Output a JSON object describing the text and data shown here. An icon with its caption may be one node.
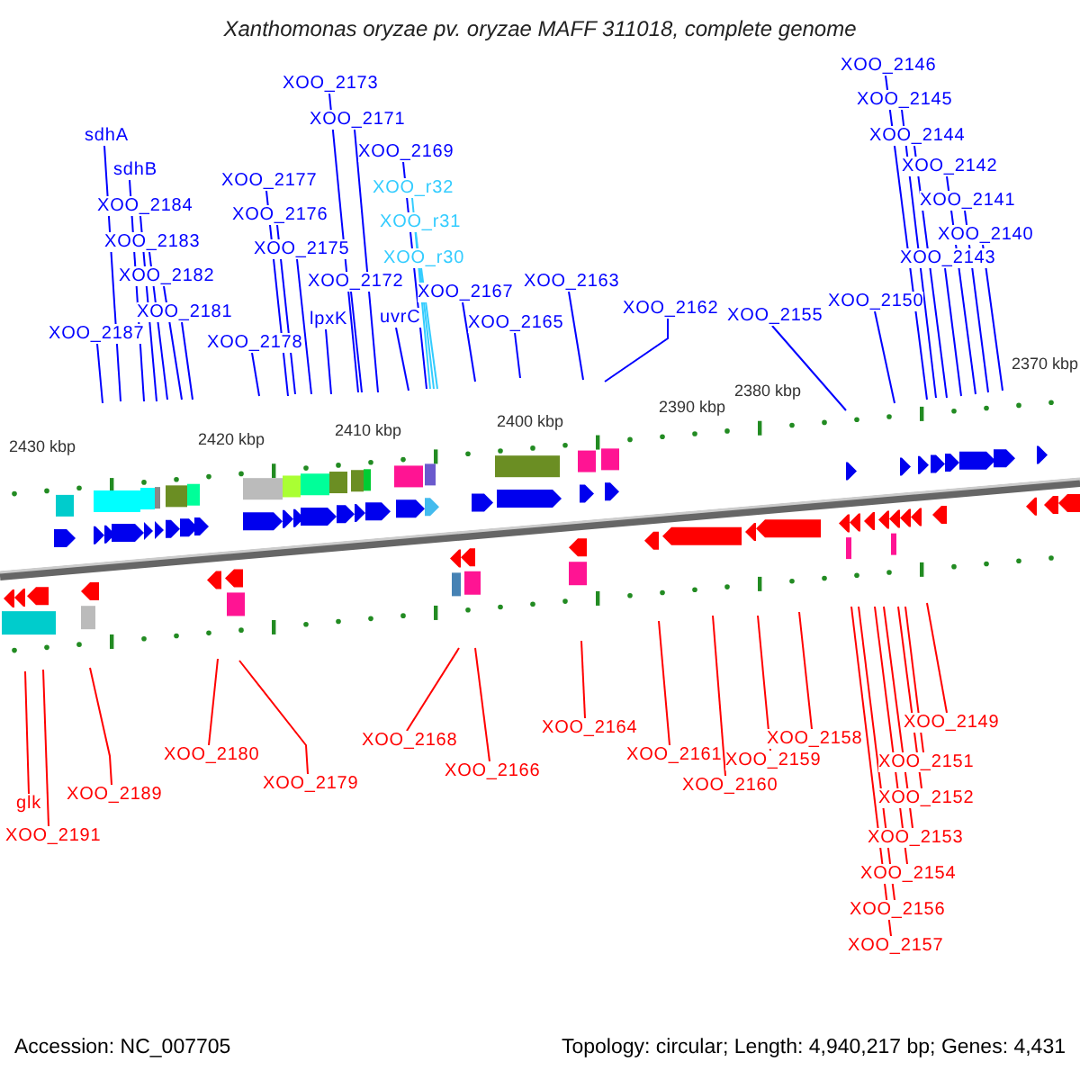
{
  "diagram": {
    "title": "Xanthomonas oryzae pv. oryzae MAFF 311018, complete genome",
    "nodes": [
      {
        "text": [
          "sdhA"
        ]
      },
      {
        "text": [
          "sdhB"
        ]
      },
      {
        "text": [
          "XOO_2184"
        ]
      },
      {
        "text": [
          "XOO_2183"
        ]
      },
      {
        "text": [
          "XOO_2182"
        ]
      },
      {
        "text": [
          "XOO_2181"
        ]
      },
      {
        "text": [
          "XOO_2187"
        ]
      },
      {
        "text": [
          "XOO_2177"
        ]
      },
      {
        "text": [
          "XOO_2176"
        ]
      },
      {
        "text": [
          "XOO_2175"
        ]
      },
      {
        "text": [
          "XOO_2178"
        ]
      },
      {
        "text": [
          "XOO_2173"
        ]
      },
      {
        "text": [
          "XOO_2171"
        ]
      },
      {
        "text": [
          "XOO_2169"
        ]
      },
      {
        "text": [
          "XOO_r32"
        ]
      },
      {
        "text": [
          "XOO_r31"
        ]
      },
      {
        "text": [
          "XOO_r30"
        ]
      },
      {
        "text": [
          "XOO_2172"
        ]
      },
      {
        "text": [
          "lpxK"
        ]
      },
      {
        "text": [
          "uvrC"
        ]
      },
      {
        "text": [
          "XOO_2167"
        ]
      },
      {
        "text": [
          "XOO_2165"
        ]
      },
      {
        "text": [
          "XOO_2163"
        ]
      },
      {
        "text": [
          "XOO_2162"
        ]
      },
      {
        "text": [
          "XOO_2155"
        ]
      },
      {
        "text": [
          "XOO_2150"
        ]
      },
      {
        "text": [
          "XOO_2146"
        ]
      },
      {
        "text": [
          "XOO_2145"
        ]
      },
      {
        "text": [
          "XOO_2144"
        ]
      },
      {
        "text": [
          "XOO_2142"
        ]
      },
      {
        "text": [
          "XOO_2141"
        ]
      },
      {
        "text": [
          "XOO_2140"
        ]
      },
      {
        "text": [
          "XOO_2143"
        ]
      },
      {
        "text": [
          "glk"
        ]
      },
      {
        "text": [
          "XOO_2191"
        ]
      },
      {
        "text": [
          "XOO_2189"
        ]
      },
      {
        "text": [
          "XOO_2180"
        ]
      },
      {
        "text": [
          "XOO_2179"
        ]
      },
      {
        "text": [
          "XOO_2168"
        ]
      },
      {
        "text": [
          "XOO_2166"
        ]
      },
      {
        "text": [
          "XOO_2164"
        ]
      },
      {
        "text": [
          "XOO_2161"
        ]
      },
      {
        "text": [
          "XOO_2160"
        ]
      },
      {
        "text": [
          "XOO_2159"
        ]
      },
      {
        "text": [
          "XOO_2158"
        ]
      },
      {
        "text": [
          "XOO_2149"
        ]
      },
      {
        "text": [
          "XOO_2151"
        ]
      },
      {
        "text": [
          "XOO_2152"
        ]
      },
      {
        "text": [
          "XOO_2153"
        ]
      },
      {
        "text": [
          "XOO_2154"
        ]
      },
      {
        "text": [
          "XOO_2156"
        ]
      },
      {
        "text": [
          "XOO_2157"
        ]
      }
    ],
    "edges": [
      {
        "from": 0,
        "to": null,
        "arrow": "none"
      },
      {
        "from": 1,
        "to": null,
        "arrow": "none"
      },
      {
        "from": 2,
        "to": null,
        "arrow": "none"
      },
      {
        "from": 3,
        "to": null,
        "arrow": "none"
      },
      {
        "from": 4,
        "to": null,
        "arrow": "none"
      },
      {
        "from": 5,
        "to": null,
        "arrow": "none"
      },
      {
        "from": 6,
        "to": null,
        "arrow": "none"
      },
      {
        "from": 7,
        "to": null,
        "arrow": "none"
      },
      {
        "from": 8,
        "to": null,
        "arrow": "none"
      },
      {
        "from": 9,
        "to": null,
        "arrow": "none"
      },
      {
        "from": 10,
        "to": null,
        "arrow": "none"
      },
      {
        "from": 11,
        "to": null,
        "arrow": "none"
      },
      {
        "from": 12,
        "to": null,
        "arrow": "none"
      },
      {
        "from": 13,
        "to": null,
        "arrow": "none"
      },
      {
        "from": 14,
        "to": null,
        "arrow": "none",
        "color": "#33ccff"
      },
      {
        "from": 15,
        "to": null,
        "arrow": "none",
        "color": "#33ccff"
      },
      {
        "from": 16,
        "to": null,
        "arrow": "none",
        "color": "#33ccff"
      },
      {
        "from": 17,
        "to": null,
        "arrow": "none"
      },
      {
        "from": 18,
        "to": null,
        "arrow": "none"
      },
      {
        "from": 19,
        "to": null,
        "arrow": "none"
      },
      {
        "from": 20,
        "to": null,
        "arrow": "none"
      },
      {
        "from": 21,
        "to": null,
        "arrow": "none"
      },
      {
        "from": 22,
        "to": null,
        "arrow": "none"
      },
      {
        "from": 23,
        "to": null,
        "arrow": "none"
      },
      {
        "from": 24,
        "to": null,
        "arrow": "none"
      },
      {
        "from": 25,
        "to": null,
        "arrow": "none"
      },
      {
        "from": 26,
        "to": null,
        "arrow": "none"
      },
      {
        "from": 27,
        "to": null,
        "arrow": "none"
      },
      {
        "from": 28,
        "to": null,
        "arrow": "none"
      },
      {
        "from": 29,
        "to": null,
        "arrow": "none"
      },
      {
        "from": 30,
        "to": null,
        "arrow": "none"
      },
      {
        "from": 31,
        "to": null,
        "arrow": "none"
      },
      {
        "from": 32,
        "to": null,
        "arrow": "none"
      },
      {
        "from": 33,
        "to": null,
        "arrow": "none",
        "color": "#ff0000"
      },
      {
        "from": 34,
        "to": null,
        "arrow": "none",
        "color": "#ff0000"
      },
      {
        "from": 35,
        "to": null,
        "arrow": "none",
        "color": "#ff0000"
      },
      {
        "from": 36,
        "to": null,
        "arrow": "none",
        "color": "#ff0000"
      },
      {
        "from": 37,
        "to": null,
        "arrow": "none",
        "color": "#ff0000"
      },
      {
        "from": 38,
        "to": null,
        "arrow": "none",
        "color": "#ff0000"
      },
      {
        "from": 39,
        "to": null,
        "arrow": "none",
        "color": "#ff0000"
      },
      {
        "from": 40,
        "to": null,
        "arrow": "none",
        "color": "#ff0000"
      },
      {
        "from": 41,
        "to": null,
        "arrow": "none",
        "color": "#ff0000"
      },
      {
        "from": 42,
        "to": null,
        "arrow": "none",
        "color": "#ff0000"
      },
      {
        "from": 43,
        "to": null,
        "arrow": "none",
        "color": "#ff0000"
      },
      {
        "from": 44,
        "to": null,
        "arrow": "none",
        "color": "#ff0000"
      },
      {
        "from": 45,
        "to": null,
        "arrow": "none",
        "color": "#ff0000"
      },
      {
        "from": 46,
        "to": null,
        "arrow": "none",
        "color": "#ff0000"
      },
      {
        "from": 47,
        "to": null,
        "arrow": "none",
        "color": "#ff0000"
      },
      {
        "from": 48,
        "to": null,
        "arrow": "none",
        "color": "#ff0000"
      },
      {
        "from": 49,
        "to": null,
        "arrow": "none",
        "color": "#ff0000"
      },
      {
        "from": 50,
        "to": null,
        "arrow": "none",
        "color": "#ff0000"
      },
      {
        "from": 51,
        "to": null,
        "arrow": "none",
        "color": "#ff0000"
      }
    ],
    "labels": [
      "2430 kbp",
      "2420 kbp",
      "2410 kbp",
      "2400 kbp",
      "2390 kbp",
      "2380 kbp",
      "2370 kbp",
      "Accession: NC_007705",
      "Topology: circular; Length: 4,940,217 bp; Genes: 4,431"
    ]
  }
}
